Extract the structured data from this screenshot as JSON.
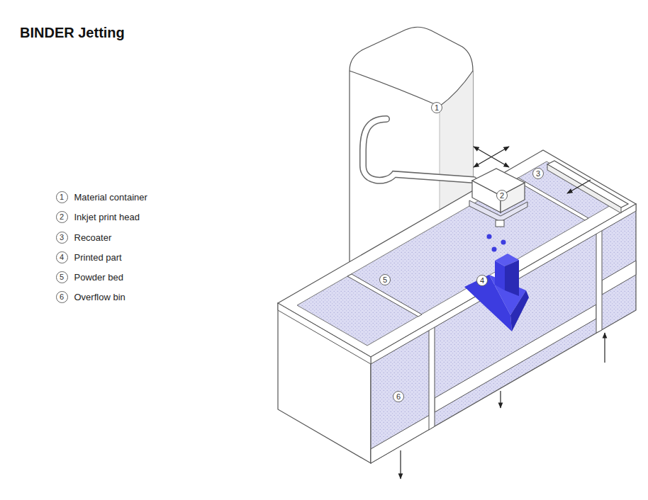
{
  "diagram": {
    "title": "BINDER Jetting",
    "nodes": [
      {
        "text": [
          "1",
          "Material container"
        ]
      },
      {
        "text": [
          "2",
          "Inkjet print head"
        ]
      },
      {
        "text": [
          "3",
          "Recoater"
        ]
      },
      {
        "text": [
          "4",
          "Printed part"
        ]
      },
      {
        "text": [
          "5",
          "Powder bed"
        ]
      },
      {
        "text": [
          "6",
          "Overflow bin"
        ]
      },
      {
        "text": [
          "1"
        ]
      },
      {
        "text": [
          "2"
        ]
      },
      {
        "text": [
          "3"
        ]
      },
      {
        "text": [
          "4"
        ]
      },
      {
        "text": [
          "5"
        ]
      },
      {
        "text": [
          "6"
        ]
      }
    ]
  }
}
